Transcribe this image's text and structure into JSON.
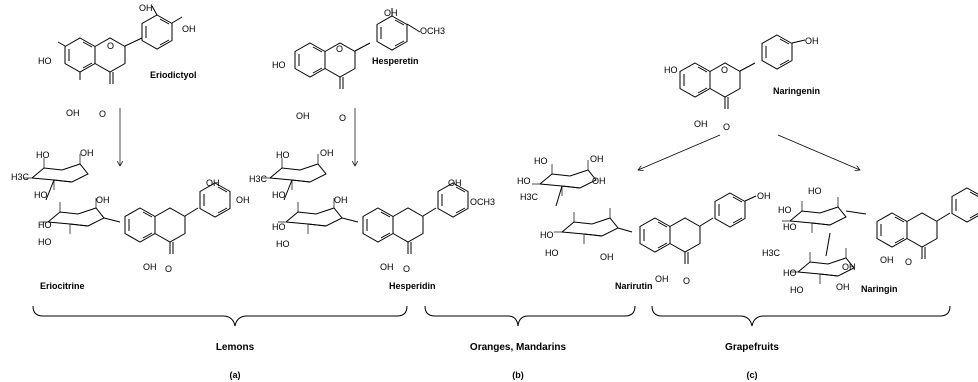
{
  "compounds": {
    "eriodictyol": "Eriodictyol",
    "hesperetin": "Hesperetin",
    "naringenin": "Naringenin",
    "eriocitrine": "Eriocitrine",
    "hesperidin": "Hesperidin",
    "narirutin": "Narirutin",
    "naringin": "Naringin"
  },
  "groups": {
    "lemons": "Lemons",
    "oranges": "Oranges, Mandarins",
    "grapefruits": "Grapefruits"
  },
  "panels": {
    "a": "(a)",
    "b": "(b)",
    "c": "(c)"
  },
  "atoms": {
    "oh": "OH",
    "ho": "HO",
    "o": "O",
    "och3": "OCH3",
    "h3c": "H3C"
  }
}
